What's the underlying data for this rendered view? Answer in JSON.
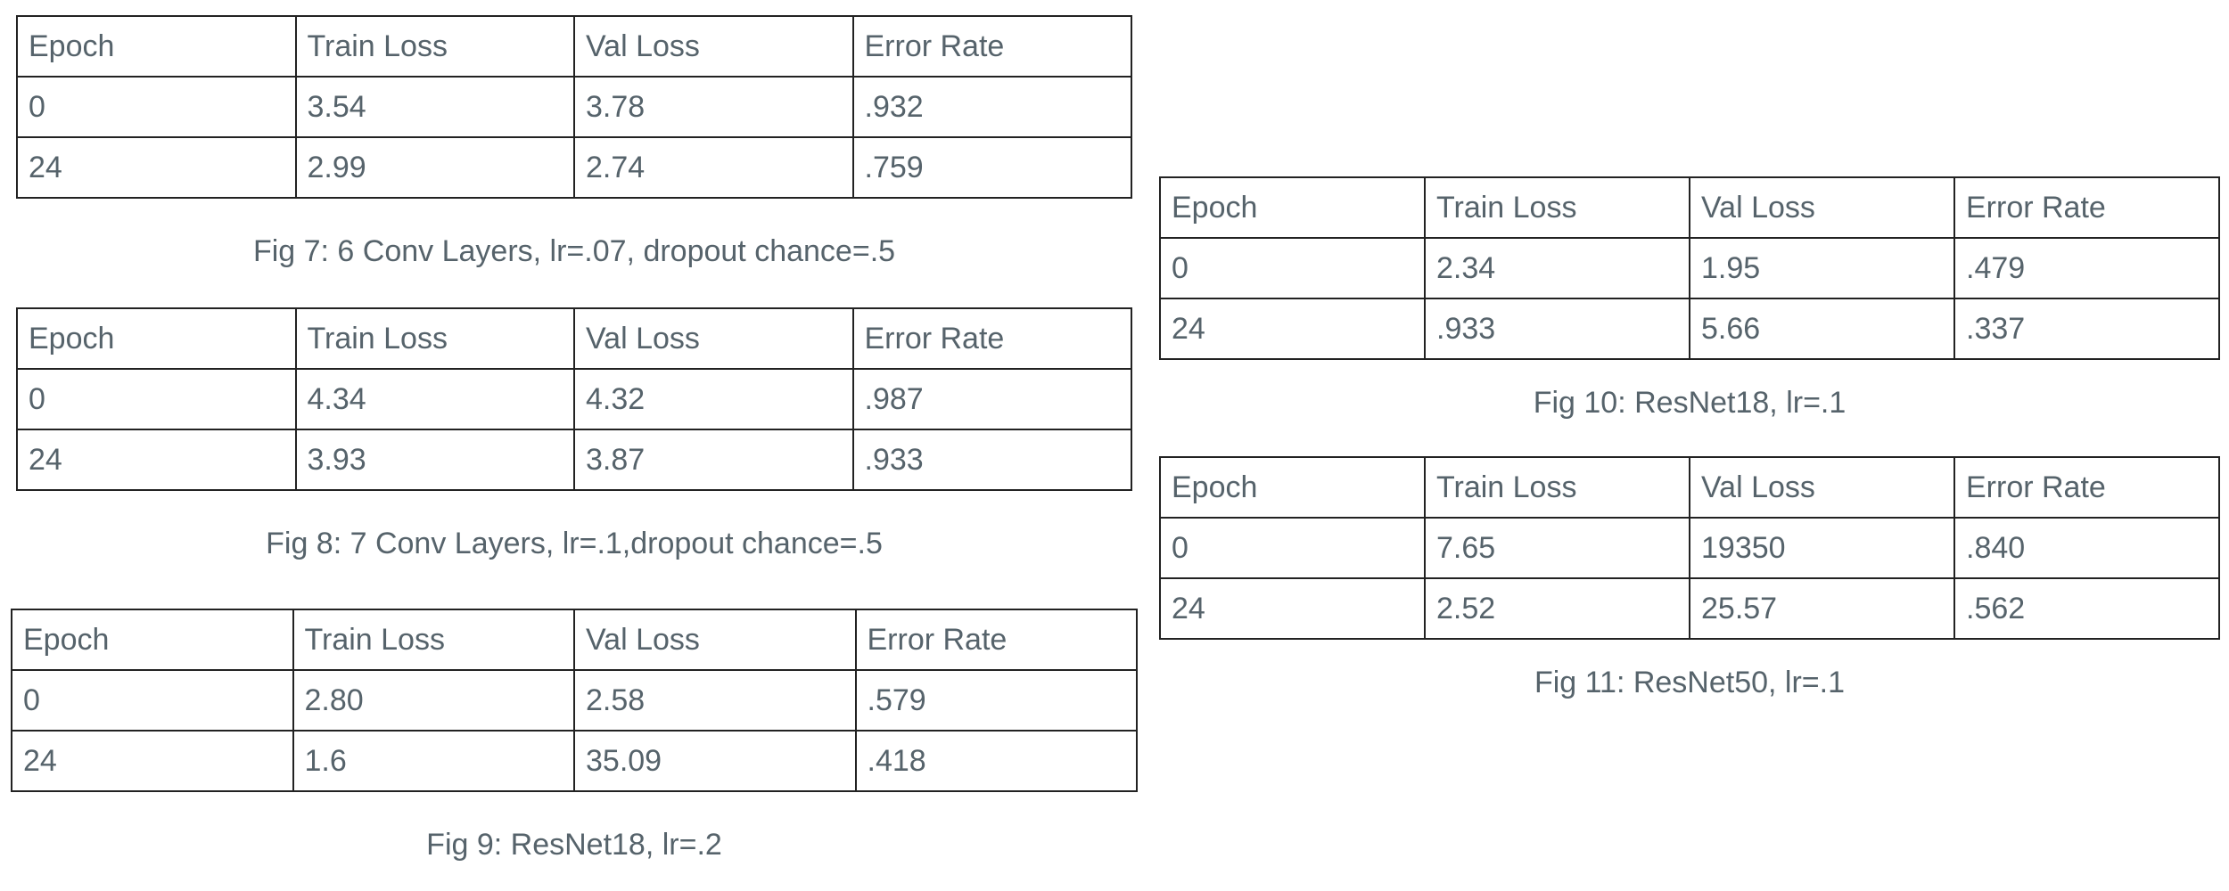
{
  "figures": [
    {
      "caption": "Fig 7: 6 Conv Layers, lr=.07, dropout chance=.5",
      "header": [
        "Epoch",
        "Train Loss",
        "Val Loss",
        "Error Rate"
      ],
      "rows": [
        [
          "0",
          "3.54",
          "3.78",
          ".932"
        ],
        [
          "24",
          "2.99",
          "2.74",
          ".759"
        ]
      ]
    },
    {
      "caption": "Fig 8: 7 Conv Layers, lr=.1,dropout chance=.5",
      "header": [
        "Epoch",
        "Train Loss",
        "Val Loss",
        "Error Rate"
      ],
      "rows": [
        [
          "0",
          "4.34",
          "4.32",
          ".987"
        ],
        [
          "24",
          "3.93",
          "3.87",
          ".933"
        ]
      ]
    },
    {
      "caption": "Fig 9: ResNet18, lr=.2",
      "header": [
        "Epoch",
        "Train Loss",
        "Val Loss",
        "Error Rate"
      ],
      "rows": [
        [
          "0",
          "2.80",
          "2.58",
          ".579"
        ],
        [
          "24",
          "1.6",
          "35.09",
          ".418"
        ]
      ]
    },
    {
      "caption": "Fig 10: ResNet18, lr=.1",
      "header": [
        "Epoch",
        "Train Loss",
        "Val Loss",
        "Error Rate"
      ],
      "rows": [
        [
          "0",
          "2.34",
          "1.95",
          ".479"
        ],
        [
          "24",
          ".933",
          "5.66",
          ".337"
        ]
      ]
    },
    {
      "caption": "Fig 11: ResNet50, lr=.1",
      "header": [
        "Epoch",
        "Train Loss",
        "Val Loss",
        "Error Rate"
      ],
      "rows": [
        [
          "0",
          "7.65",
          "19350",
          ".840"
        ],
        [
          "24",
          "2.52",
          "25.57",
          ".562"
        ]
      ]
    }
  ]
}
